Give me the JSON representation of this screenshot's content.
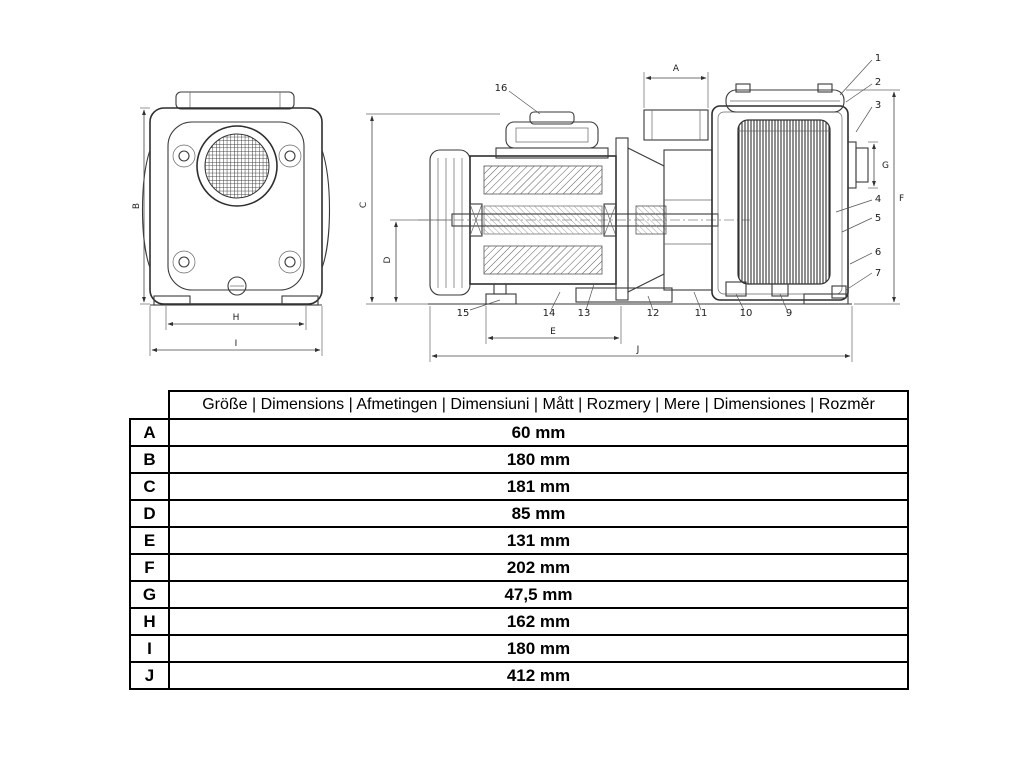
{
  "page": {
    "background": "#ffffff"
  },
  "drawing": {
    "callouts": {
      "n1": "1",
      "n2": "2",
      "n3": "3",
      "n4": "4",
      "n5": "5",
      "n6": "6",
      "n7": "7",
      "n9": "9",
      "n10": "10",
      "n11": "11",
      "n12": "12",
      "n13": "13",
      "n14": "14",
      "n15": "15",
      "n16": "16"
    },
    "dim_labels": {
      "A": "A",
      "B": "B",
      "C": "C",
      "D": "D",
      "E": "E",
      "F": "F",
      "G": "G",
      "H": "H",
      "I": "I",
      "J": "J"
    }
  },
  "table": {
    "header": "Größe | Dimensions | Afmetingen | Dimensiuni | Mått | Rozmery | Mere | Dimensiones | Rozměr",
    "rows": [
      {
        "label": "A",
        "value": "60 mm"
      },
      {
        "label": "B",
        "value": "180 mm"
      },
      {
        "label": "C",
        "value": "181 mm"
      },
      {
        "label": "D",
        "value": "85 mm"
      },
      {
        "label": "E",
        "value": "131 mm"
      },
      {
        "label": "F",
        "value": "202 mm"
      },
      {
        "label": "G",
        "value": "47,5 mm"
      },
      {
        "label": "H",
        "value": "162 mm"
      },
      {
        "label": "I",
        "value": "180 mm"
      },
      {
        "label": "J",
        "value": "412 mm"
      }
    ]
  }
}
